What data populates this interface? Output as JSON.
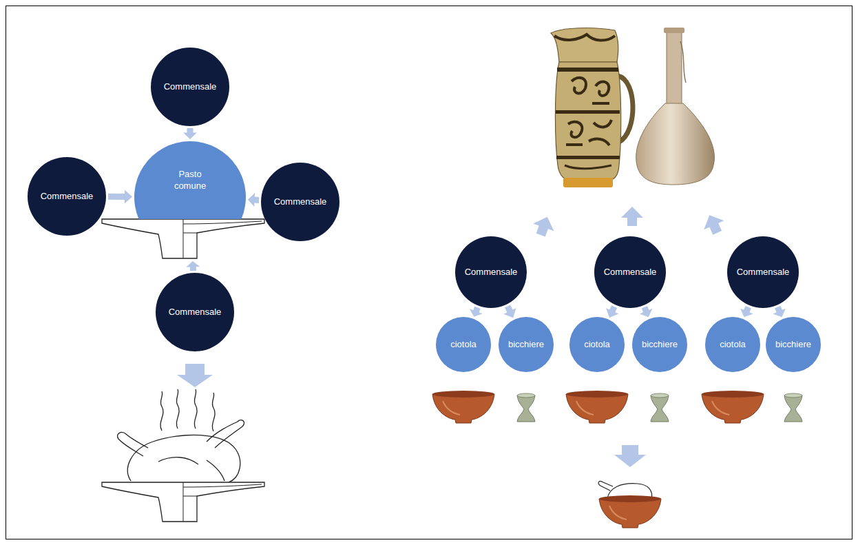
{
  "diagram": {
    "nodes": [
      {
        "text": [
          "Commensale"
        ]
      },
      {
        "text": [
          "Commensale"
        ]
      },
      {
        "text": [
          "Pasto comune"
        ]
      },
      {
        "text": [
          "Commensale"
        ]
      },
      {
        "text": [
          "Commensale"
        ]
      },
      {
        "text": [
          "Commensale"
        ]
      },
      {
        "text": [
          "Commensale"
        ]
      },
      {
        "text": [
          "Commensale"
        ]
      },
      {
        "text": [
          "ciotola"
        ]
      },
      {
        "text": [
          "bicchiere"
        ]
      },
      {
        "text": [
          "ciotola"
        ]
      },
      {
        "text": [
          "bicchiere"
        ]
      },
      {
        "text": [
          "ciotola"
        ]
      },
      {
        "text": [
          "bicchiere"
        ]
      }
    ],
    "edges": [
      {
        "from": 0,
        "to": 2,
        "arrow": "to"
      },
      {
        "from": 1,
        "to": 2,
        "arrow": "to"
      },
      {
        "from": 3,
        "to": 2,
        "arrow": "to"
      },
      {
        "from": 4,
        "to": 2,
        "arrow": "to"
      },
      {
        "from": 5,
        "to": 8,
        "arrow": "to"
      },
      {
        "from": 5,
        "to": 9,
        "arrow": "to"
      },
      {
        "from": 6,
        "to": 10,
        "arrow": "to"
      },
      {
        "from": 6,
        "to": 11,
        "arrow": "to"
      },
      {
        "from": 7,
        "to": 12,
        "arrow": "to"
      },
      {
        "from": 7,
        "to": 13,
        "arrow": "to"
      }
    ]
  }
}
